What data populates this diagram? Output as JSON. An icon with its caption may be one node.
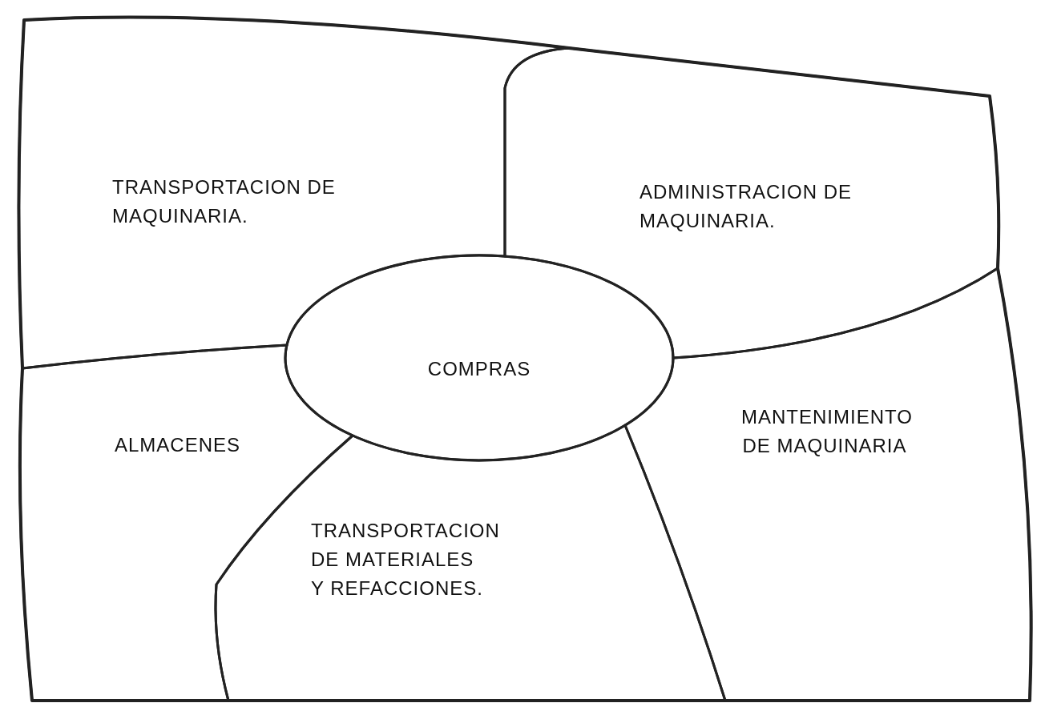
{
  "diagram": {
    "nodes": [
      {
        "text": [],
        "shape": "box"
      },
      {
        "text": [
          "TRANSPORTACION DE MAQUINARIA."
        ],
        "in": 0
      },
      {
        "text": [
          "ADMINISTRACION DE MAQUINARIA."
        ],
        "in": 0
      },
      {
        "text": [
          "COMPRAS"
        ],
        "in": 0
      },
      {
        "text": [
          "ALMACENES"
        ],
        "in": 0
      },
      {
        "text": [
          "MANTENIMIENTO DE MAQUINARIA"
        ],
        "in": 0
      },
      {
        "text": [
          "TRANSPORTACION DE MATERIALES Y REFACCIONES."
        ],
        "in": 0
      }
    ]
  }
}
